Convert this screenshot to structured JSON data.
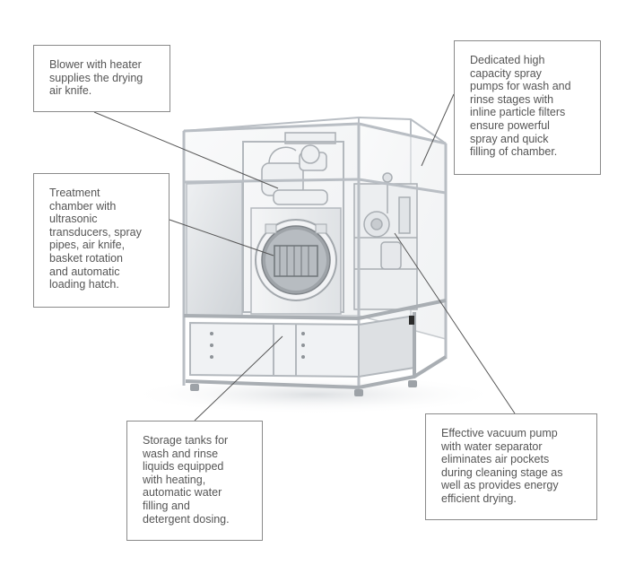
{
  "callouts": {
    "blower": "Blower with heater\nsupplies the drying\nair knife.",
    "pumps": "Dedicated high\ncapacity spray\npumps for wash and\nrinse stages with\ninline particle filters\nensure powerful\nspray and quick\nfilling of chamber.",
    "chamber": "Treatment\nchamber with\nultrasonic\ntransducers, spray\npipes, air knife,\nbasket rotation\nand automatic\nloading hatch.",
    "tanks": "Storage tanks for\nwash and rinse\nliquids equipped\nwith heating,\nautomatic water\nfilling and\ndetergent dosing.",
    "vacuum": "Effective vacuum pump\nwith water separator\neliminates air pockets\nduring cleaning stage as\nwell as provides energy\nefficient drying."
  },
  "colors": {
    "frame": "#e9ecef",
    "frame_edge": "#b9bec4",
    "text": "#555555",
    "box_border": "#8a8a8a",
    "leader": "#555555"
  }
}
